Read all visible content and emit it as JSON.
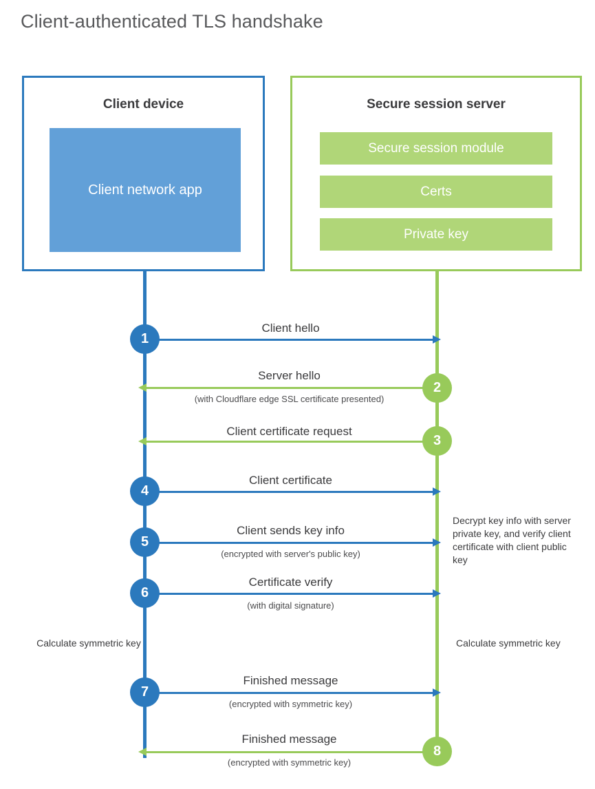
{
  "title": "Client-authenticated TLS handshake",
  "colors": {
    "blue_stroke": "#2b79bd",
    "blue_fill": "#62a0d8",
    "green_stroke": "#98ca5a",
    "green_fill": "#b0d678",
    "text": "#3a3a3c",
    "title_text": "#58595b",
    "background": "#ffffff"
  },
  "actors": {
    "client": {
      "title": "Client device",
      "blocks": [
        {
          "label": "Client network app"
        }
      ]
    },
    "server": {
      "title": "Secure session server",
      "blocks": [
        {
          "label": "Secure session module"
        },
        {
          "label": "Certs"
        },
        {
          "label": "Private key"
        }
      ]
    }
  },
  "steps": [
    {
      "number": "1",
      "origin": "client",
      "direction": "to-right",
      "color": "blue",
      "label": "Client hello",
      "sublabel": ""
    },
    {
      "number": "2",
      "origin": "server",
      "direction": "to-left",
      "color": "green",
      "label": "Server hello",
      "sublabel": "(with Cloudflare edge SSL certificate presented)"
    },
    {
      "number": "3",
      "origin": "server",
      "direction": "to-left",
      "color": "green",
      "label": "Client certificate request",
      "sublabel": ""
    },
    {
      "number": "4",
      "origin": "client",
      "direction": "to-right",
      "color": "blue",
      "label": "Client certificate",
      "sublabel": ""
    },
    {
      "number": "5",
      "origin": "client",
      "direction": "to-right",
      "color": "blue",
      "label": "Client sends key info",
      "sublabel": "(encrypted with server's public key)"
    },
    {
      "number": "6",
      "origin": "client",
      "direction": "to-right",
      "color": "blue",
      "label": "Certificate verify",
      "sublabel": "(with digital signature)"
    },
    {
      "number": "7",
      "origin": "client",
      "direction": "to-right",
      "color": "blue",
      "label": "Finished message",
      "sublabel": "(encrypted with symmetric key)"
    },
    {
      "number": "8",
      "origin": "server",
      "direction": "to-left",
      "color": "green",
      "label": "Finished message",
      "sublabel": "(encrypted with symmetric key)"
    }
  ],
  "notes": {
    "server_decrypt": "Decrypt key info with server private key, and verify client certificate with client public key",
    "client_symmetric": "Calculate symmetric key",
    "server_symmetric": "Calculate symmetric key"
  }
}
